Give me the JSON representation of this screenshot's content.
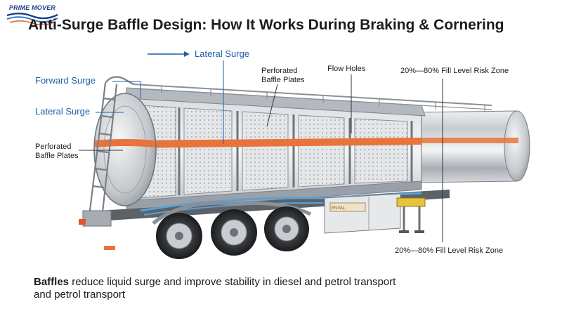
{
  "brand": {
    "name": "PRIME MOVER"
  },
  "title": "Anti-Surge Baffle Design: How It Works During Braking & Cornering",
  "labels": {
    "lateral_surge_top": "Lateral Surge",
    "forward_surge": "Forward Surge",
    "lateral_surge_left": "Lateral Surge",
    "perforated_left": "Perforated\nBaffle Plates",
    "perforated_top": "Perforated\nBaffle Plates",
    "flow_holes": "Flow Holes",
    "fill_risk_top": "20%—80% Fill Level Risk Zone",
    "fill_risk_bottom": "20%—80% Fill Level Risk Zone"
  },
  "plate": {
    "text": "ENVAL"
  },
  "caption": {
    "bold": "Baffles",
    "rest": " reduce liquid surge and improve stability in diesel and petrol transport",
    "line2": "and petrol transport"
  },
  "colors": {
    "accent_blue": "#1f5fa8",
    "stripe_orange": "#e8743b",
    "tank_steel": "#c9ccd0"
  },
  "icons": [
    "arrow-right-icon",
    "wave-logo-icon"
  ]
}
